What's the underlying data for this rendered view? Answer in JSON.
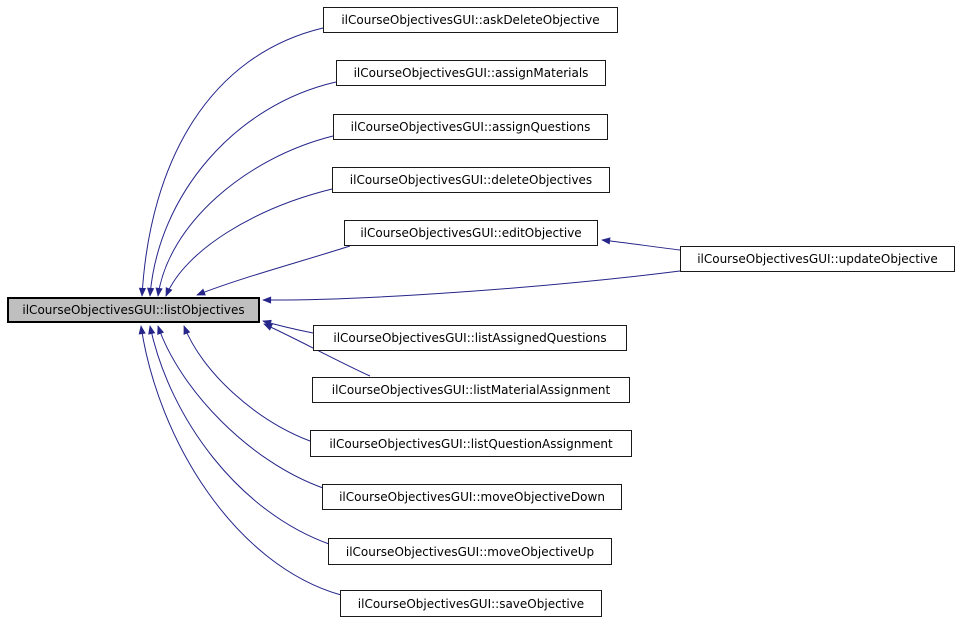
{
  "diagram": {
    "type": "call-graph",
    "description": "Caller graph for ilCourseObjectivesGUI::listObjectives",
    "colors": {
      "background": "#ffffff",
      "edge": "#25258a",
      "node_fill": "#ffffff",
      "node_border": "#1a1a1a",
      "highlight_fill": "#bfbfbf",
      "highlight_border": "#000000",
      "text": "#000000"
    },
    "nodes": [
      {
        "id": "askDeleteObjective",
        "label": "ilCourseObjectivesGUI::askDeleteObjective",
        "highlighted": false
      },
      {
        "id": "assignMaterials",
        "label": "ilCourseObjectivesGUI::assignMaterials",
        "highlighted": false
      },
      {
        "id": "assignQuestions",
        "label": "ilCourseObjectivesGUI::assignQuestions",
        "highlighted": false
      },
      {
        "id": "deleteObjectives",
        "label": "ilCourseObjectivesGUI::deleteObjectives",
        "highlighted": false
      },
      {
        "id": "editObjective",
        "label": "ilCourseObjectivesGUI::editObjective",
        "highlighted": false
      },
      {
        "id": "updateObjective",
        "label": "ilCourseObjectivesGUI::updateObjective",
        "highlighted": false
      },
      {
        "id": "listObjectives",
        "label": "ilCourseObjectivesGUI::listObjectives",
        "highlighted": true
      },
      {
        "id": "listAssignedQuestions",
        "label": "ilCourseObjectivesGUI::listAssignedQuestions",
        "highlighted": false
      },
      {
        "id": "listMaterialAssignment",
        "label": "ilCourseObjectivesGUI::listMaterialAssignment",
        "highlighted": false
      },
      {
        "id": "listQuestionAssignment",
        "label": "ilCourseObjectivesGUI::listQuestionAssignment",
        "highlighted": false
      },
      {
        "id": "moveObjectiveDown",
        "label": "ilCourseObjectivesGUI::moveObjectiveDown",
        "highlighted": false
      },
      {
        "id": "moveObjectiveUp",
        "label": "ilCourseObjectivesGUI::moveObjectiveUp",
        "highlighted": false
      },
      {
        "id": "saveObjective",
        "label": "ilCourseObjectivesGUI::saveObjective",
        "highlighted": false
      }
    ],
    "edges": [
      {
        "from": "askDeleteObjective",
        "to": "listObjectives"
      },
      {
        "from": "assignMaterials",
        "to": "listObjectives"
      },
      {
        "from": "assignQuestions",
        "to": "listObjectives"
      },
      {
        "from": "deleteObjectives",
        "to": "listObjectives"
      },
      {
        "from": "editObjective",
        "to": "listObjectives"
      },
      {
        "from": "updateObjective",
        "to": "editObjective"
      },
      {
        "from": "updateObjective",
        "to": "listObjectives"
      },
      {
        "from": "listAssignedQuestions",
        "to": "listObjectives"
      },
      {
        "from": "listMaterialAssignment",
        "to": "listObjectives"
      },
      {
        "from": "listQuestionAssignment",
        "to": "listObjectives"
      },
      {
        "from": "moveObjectiveDown",
        "to": "listObjectives"
      },
      {
        "from": "moveObjectiveUp",
        "to": "listObjectives"
      },
      {
        "from": "saveObjective",
        "to": "listObjectives"
      }
    ]
  }
}
